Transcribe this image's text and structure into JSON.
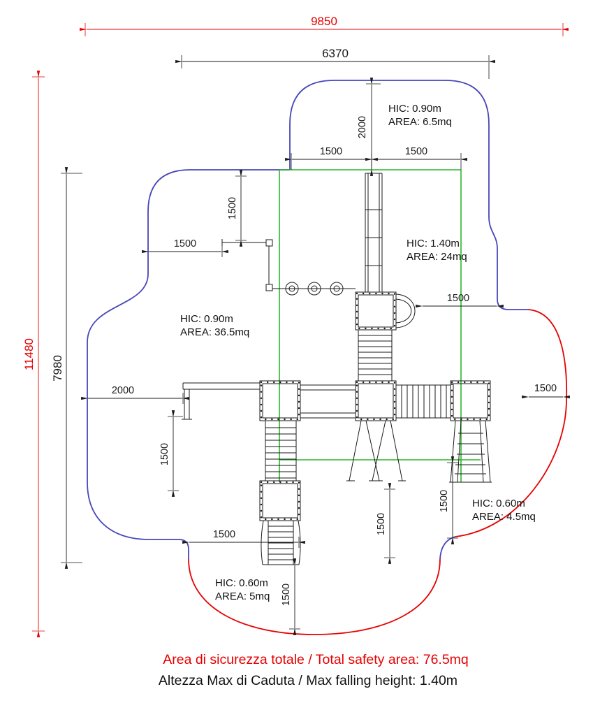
{
  "title": "Playground safety area plan",
  "colors": {
    "dimension_red": "#e60000",
    "safety_outline_blue": "#4747b8",
    "zone_green": "#2db52d",
    "linework_black": "#1a1a1a"
  },
  "dimensions": {
    "overall_width": "9850",
    "upper_width": "6370",
    "overall_height": "11480",
    "left_height": "7980",
    "d2000": "2000",
    "d1500": "1500"
  },
  "zones": {
    "top": {
      "hic": "HIC: 0.90m",
      "area": "AREA: 6.5mq"
    },
    "right": {
      "hic": "HIC: 1.40m",
      "area": "AREA: 24mq"
    },
    "left": {
      "hic": "HIC: 0.90m",
      "area": "AREA: 36.5mq"
    },
    "bottom_right": {
      "hic": "HIC: 0.60m",
      "area": "AREA: 4.5mq"
    },
    "bottom": {
      "hic": "HIC: 0.60m",
      "area": "AREA: 5mq"
    }
  },
  "notes": {
    "total_safety_area": "Area di sicurezza totale / Total safety area: 76.5mq",
    "max_falling_height": "Altezza Max di Caduta / Max falling height: 1.40m"
  }
}
